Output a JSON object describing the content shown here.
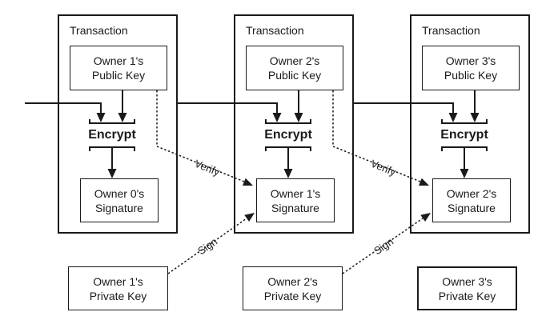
{
  "transactions": [
    {
      "title": "Transaction",
      "public_key": [
        "Owner 1's",
        "Public Key"
      ],
      "process_label": "Encrypt",
      "signature": [
        "Owner 0's",
        "Signature"
      ]
    },
    {
      "title": "Transaction",
      "public_key": [
        "Owner 2's",
        "Public Key"
      ],
      "process_label": "Encrypt",
      "signature": [
        "Owner 1's",
        "Signature"
      ]
    },
    {
      "title": "Transaction",
      "public_key": [
        "Owner 3's",
        "Public Key"
      ],
      "process_label": "Encrypt",
      "signature": [
        "Owner 2's",
        "Signature"
      ]
    }
  ],
  "private_keys": [
    {
      "label": [
        "Owner 1's",
        "Private Key"
      ]
    },
    {
      "label": [
        "Owner 2's",
        "Private Key"
      ]
    },
    {
      "label": [
        "Owner 3's",
        "Private Key"
      ]
    }
  ],
  "connectors": {
    "verify_label": "Verify",
    "sign_label": "Sign"
  },
  "colors": {
    "line": "#1a1a1a",
    "text": "#1a1a1a",
    "background": "#ffffff"
  }
}
